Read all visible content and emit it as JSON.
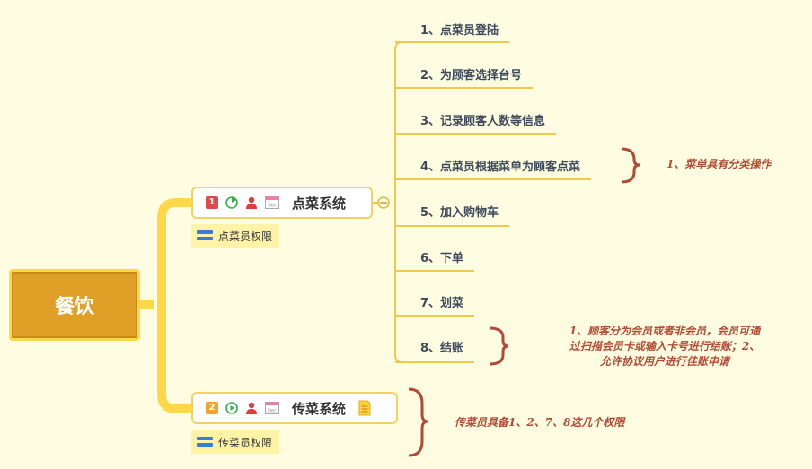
{
  "root": {
    "label": "餐饮"
  },
  "branches": [
    {
      "label": "点菜系统",
      "priority": "1",
      "note": "点菜员权限",
      "children": [
        "1、点菜员登陆",
        "2、为顾客选择台号",
        "3、记录顾客人数等信息",
        "4、点菜员根据菜单为顾客点菜",
        "5、加入购物车",
        "6、下单",
        "7、划菜",
        "8、结账"
      ]
    },
    {
      "label": "传菜系统",
      "priority": "2",
      "note": "传菜员权限"
    }
  ],
  "annotations": {
    "order_menu": "1、菜单具有分类操作",
    "checkout_line1": "1、顾客分为会员或者非会员，会员可通",
    "checkout_line2": "过扫描会员卡或输入卡号进行结账；2、",
    "checkout_line3": "允许协议用户进行佳账申请",
    "serve": "传菜员具备1、2、7、8这几个权限"
  },
  "colors": {
    "background": "#fffde1",
    "connector": "#ffd84a",
    "root_fill": "#e0a028",
    "annotation": "#b24a35",
    "brace": "#b24a35"
  },
  "icons": [
    "priority-icon",
    "progress-icon",
    "person-icon",
    "calendar-icon",
    "notes-icon",
    "document-icon"
  ]
}
